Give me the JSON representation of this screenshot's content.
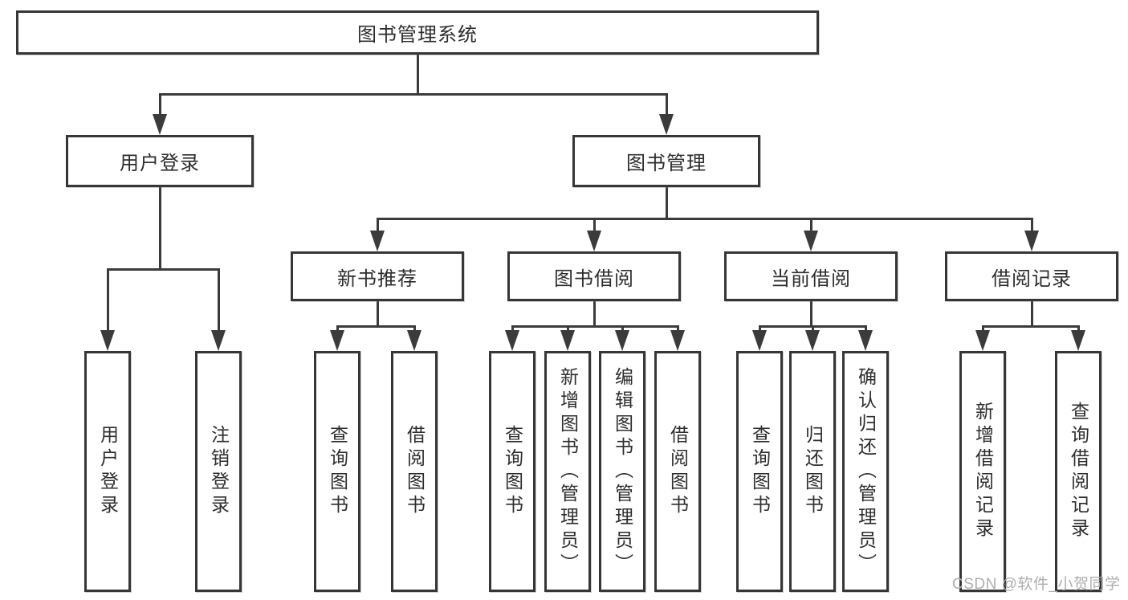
{
  "diagram": {
    "title": "图书管理系统",
    "watermark": "CSDN @软件_小贺同学",
    "colors": {
      "line": "#3b3b3b",
      "border": "#363636",
      "text": "#2d2d2d",
      "bg": "#ffffff",
      "watermark": "#aeaeae"
    },
    "nodes": [
      {
        "id": "root",
        "label": "图书管理系统",
        "level": 1,
        "orientation": "horizontal",
        "children": [
          "login",
          "manage"
        ]
      },
      {
        "id": "login",
        "label": "用户登录",
        "level": 2,
        "orientation": "horizontal",
        "children": [
          "user-login",
          "logout"
        ]
      },
      {
        "id": "manage",
        "label": "图书管理",
        "level": 2,
        "orientation": "horizontal",
        "children": [
          "rec",
          "borrow",
          "current",
          "history"
        ]
      },
      {
        "id": "rec",
        "label": "新书推荐",
        "level": 3,
        "orientation": "horizontal",
        "children": [
          "rec-query",
          "rec-borrow"
        ]
      },
      {
        "id": "borrow",
        "label": "图书借阅",
        "level": 3,
        "orientation": "horizontal",
        "children": [
          "borrow-query",
          "borrow-add",
          "borrow-edit",
          "borrow-borrow"
        ]
      },
      {
        "id": "current",
        "label": "当前借阅",
        "level": 3,
        "orientation": "horizontal",
        "children": [
          "cur-query",
          "cur-return",
          "cur-confirm"
        ]
      },
      {
        "id": "history",
        "label": "借阅记录",
        "level": 3,
        "orientation": "horizontal",
        "children": [
          "hist-add",
          "hist-query"
        ]
      },
      {
        "id": "user-login",
        "label": "用户登录",
        "level": 4,
        "orientation": "vertical",
        "children": []
      },
      {
        "id": "logout",
        "label": "注销登录",
        "level": 4,
        "orientation": "vertical",
        "children": []
      },
      {
        "id": "rec-query",
        "label": "查询图书",
        "level": 4,
        "orientation": "vertical",
        "children": []
      },
      {
        "id": "rec-borrow",
        "label": "借阅图书",
        "level": 4,
        "orientation": "vertical",
        "children": []
      },
      {
        "id": "borrow-query",
        "label": "查询图书",
        "level": 4,
        "orientation": "vertical",
        "children": []
      },
      {
        "id": "borrow-add",
        "label": "新增图书（管理员）",
        "level": 4,
        "orientation": "vertical",
        "children": []
      },
      {
        "id": "borrow-edit",
        "label": "编辑图书（管理员）",
        "level": 4,
        "orientation": "vertical",
        "children": []
      },
      {
        "id": "borrow-borrow",
        "label": "借阅图书",
        "level": 4,
        "orientation": "vertical",
        "children": []
      },
      {
        "id": "cur-query",
        "label": "查询图书",
        "level": 4,
        "orientation": "vertical",
        "children": []
      },
      {
        "id": "cur-return",
        "label": "归还图书",
        "level": 4,
        "orientation": "vertical",
        "children": []
      },
      {
        "id": "cur-confirm",
        "label": "确认归还（管理员）",
        "level": 4,
        "orientation": "vertical",
        "children": []
      },
      {
        "id": "hist-add",
        "label": "新增借阅记录",
        "level": 4,
        "orientation": "vertical",
        "children": []
      },
      {
        "id": "hist-query",
        "label": "查询借阅记录",
        "level": 4,
        "orientation": "vertical",
        "children": []
      }
    ]
  }
}
